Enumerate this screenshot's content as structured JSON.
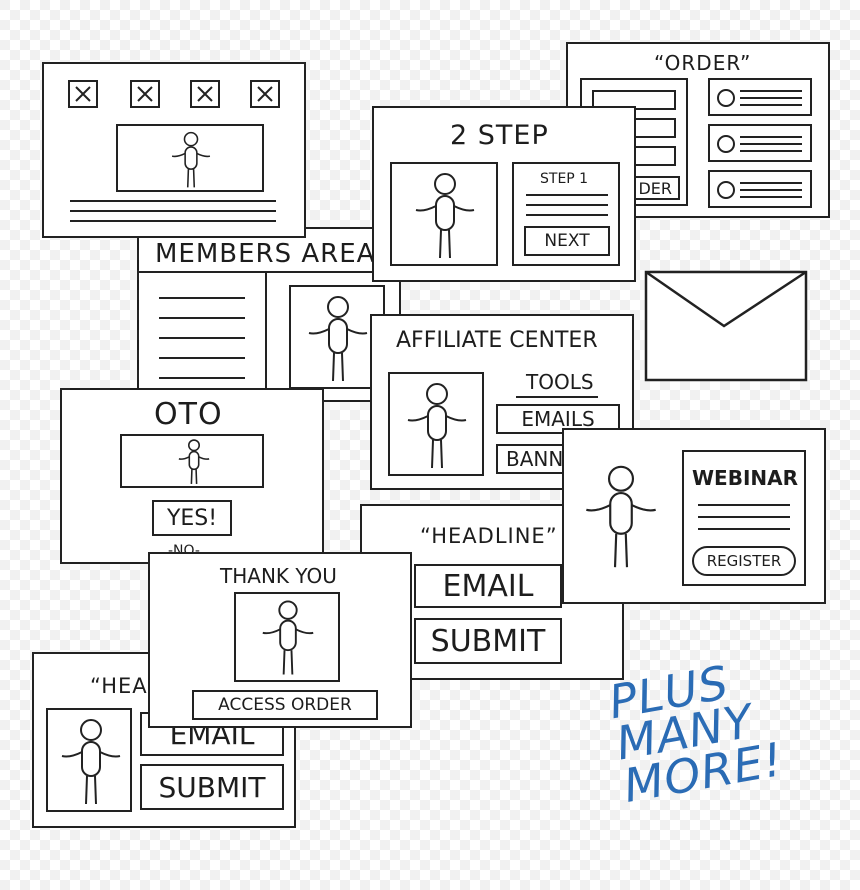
{
  "cards": {
    "members_title": "MEMBERS AREA",
    "affiliate_title": "AFFILIATE CENTER",
    "affiliate_tools": "TOOLS",
    "affiliate_emails": "EMAILS",
    "affiliate_banners": "BANN",
    "order_title": "“ORDER”",
    "order_button_fragment": "DER",
    "two_step_title": "2 STEP",
    "two_step_step": "STEP 1",
    "two_step_next": "NEXT",
    "oto_title": "OTO",
    "oto_yes": "YES!",
    "oto_no": "-NO-",
    "headline_title": "“HEADLINE”",
    "headline_email": "EMAIL",
    "headline_submit": "SUBMIT",
    "webinar_title": "WEBINAR",
    "webinar_register": "REGISTER",
    "thank_you_title": "THANK YOU",
    "thank_you_access": "ACCESS ORDER",
    "bottom_head_fragment": "“HEA",
    "bottom_email": "EMAIL",
    "bottom_submit": "SUBMIT"
  },
  "tagline": {
    "line1": "PLUS",
    "line2": "MANY",
    "line3": "MORE!"
  },
  "colors": {
    "ink": "#1d1d1d",
    "tagline": "#2b6cb5"
  },
  "icons": [
    "close-icon",
    "person-icon",
    "envelope-icon",
    "radio-icon"
  ]
}
